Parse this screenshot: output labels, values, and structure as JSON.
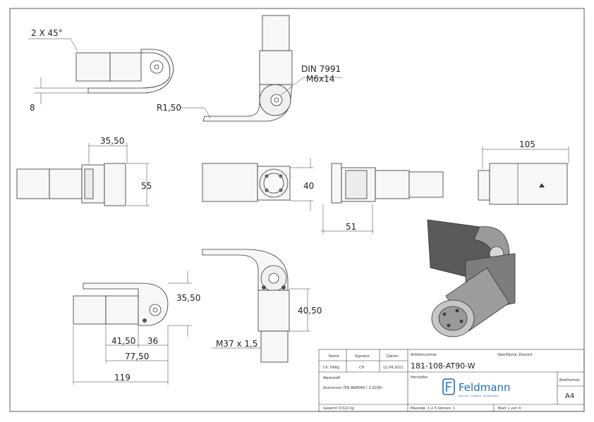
{
  "dimensions": {
    "chamfer": "2 X 45°",
    "thickness": "8",
    "radius": "R1,50",
    "din_line1": "DIN 7991",
    "din_line2": "M6x14",
    "width_35_50_top": "35,50",
    "height_55": "55",
    "height_40": "40",
    "width_51": "51",
    "width_105": "105",
    "height_35_50_bottom": "35,50",
    "height_40_50": "40,50",
    "thread": "M37 x 1,5",
    "len_41_50": "41,50",
    "len_36": "36",
    "len_77_50": "77,50",
    "len_119": "119"
  },
  "title_block": {
    "h_name": "Name",
    "h_signatur": "Signatur",
    "h_datum": "Datum",
    "name": "Ch. Häfig",
    "signatur": "CH",
    "datum": "12.04.2021",
    "artikelnummer_label": "Artikelnummer",
    "oberflaeche": "Oberfläche:  Eloxiert",
    "artikelnummer": "181-108-AT90-W",
    "werkstoff_label": "Werkstoff:",
    "werkstoff": "Aluminium (EN AW6060 / 3.3206)",
    "hersteller_label": "Hersteller",
    "brand": "Feldmann",
    "brand_sub": "EDELSTAHL · ALUMINIUM · SCHWEISSGERÄT",
    "blattformat_label": "Blattformat",
    "blattformat": "A4",
    "gewicht": "Gewicht 0,522 kg",
    "massstab": "Masstab: 1:2.5     Version: 1",
    "blatt": "Blatt 1 von 4"
  },
  "colors": {
    "line": "#333333",
    "part_face": "#f2f2f2",
    "iso_dark": "#5a5a5a",
    "iso_mid": "#8c8c8c",
    "brand": "#1d6fb8"
  }
}
